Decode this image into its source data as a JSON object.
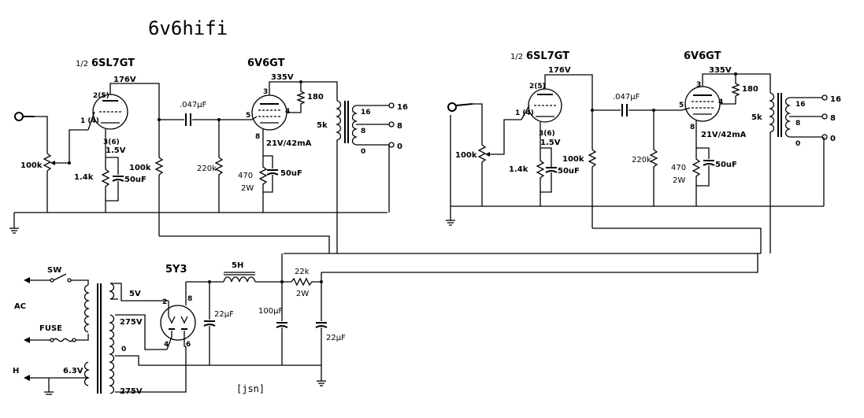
{
  "title": "6v6hifi",
  "signature": "[jsn]",
  "channel_left": {
    "driver": {
      "prefix": "1/2",
      "name": "6SL7GT",
      "voltage": "176V",
      "plate_pin": "2(5)",
      "grid_pin": "1\n(4)",
      "cathode_pin": "3(6)",
      "cathode_voltage": "1.5V"
    },
    "output": {
      "name": "6V6GT",
      "voltage": "335V",
      "pin3": "3",
      "pin4": "4",
      "pin5": "5",
      "pin8": "8",
      "bias": "21V/42mA"
    },
    "input_pot": "100k",
    "cathode_resistor": "1.4k",
    "cathode_cap": "50uF",
    "plate_resistor": "100k",
    "coupling_cap": ".047µF",
    "grid_resistor": "220k",
    "screen_resistor": "180",
    "output_cathode_resistor": "470",
    "output_cathode_wattage": "2W",
    "output_cathode_cap": "50uF",
    "transformer_primary": "5k",
    "taps": [
      "16",
      "8",
      "0"
    ]
  },
  "channel_right": {
    "driver": {
      "prefix": "1/2",
      "name": "6SL7GT",
      "voltage": "176V",
      "plate_pin": "2(5)",
      "grid_pin": "1\n(4)",
      "cathode_pin": "3(6)",
      "cathode_voltage": "1.5V"
    },
    "output": {
      "name": "6V6GT",
      "voltage": "335V",
      "pin3": "3",
      "pin4": "4",
      "pin5": "5",
      "pin8": "8",
      "bias": "21V/42mA"
    },
    "input_pot": "100k",
    "cathode_resistor": "1.4k",
    "cathode_cap": "50uF",
    "plate_resistor": "100k",
    "coupling_cap": ".047µF",
    "grid_resistor": "220k",
    "screen_resistor": "180",
    "output_cathode_resistor": "470",
    "output_cathode_wattage": "2W",
    "output_cathode_cap": "50uF",
    "transformer_primary": "5k",
    "taps": [
      "16",
      "8",
      "0"
    ]
  },
  "power_supply": {
    "rectifier": "5Y3",
    "rect_pins": [
      "2",
      "8",
      "4",
      "6"
    ],
    "switch": "SW",
    "ac": "AC",
    "fuse": "FUSE",
    "heater": "H",
    "heater_voltage": "6.3V",
    "secondary_5v": "5V",
    "secondary_hv_top": "275V",
    "secondary_hv_bottom": "275V",
    "center_tap": "0",
    "choke": "5H",
    "filter_cap_1": "22µF",
    "filter_cap_2": "100µF",
    "dropping_resistor": "22k",
    "dropping_resistor_wattage": "2W",
    "filter_cap_3": "22µF"
  }
}
